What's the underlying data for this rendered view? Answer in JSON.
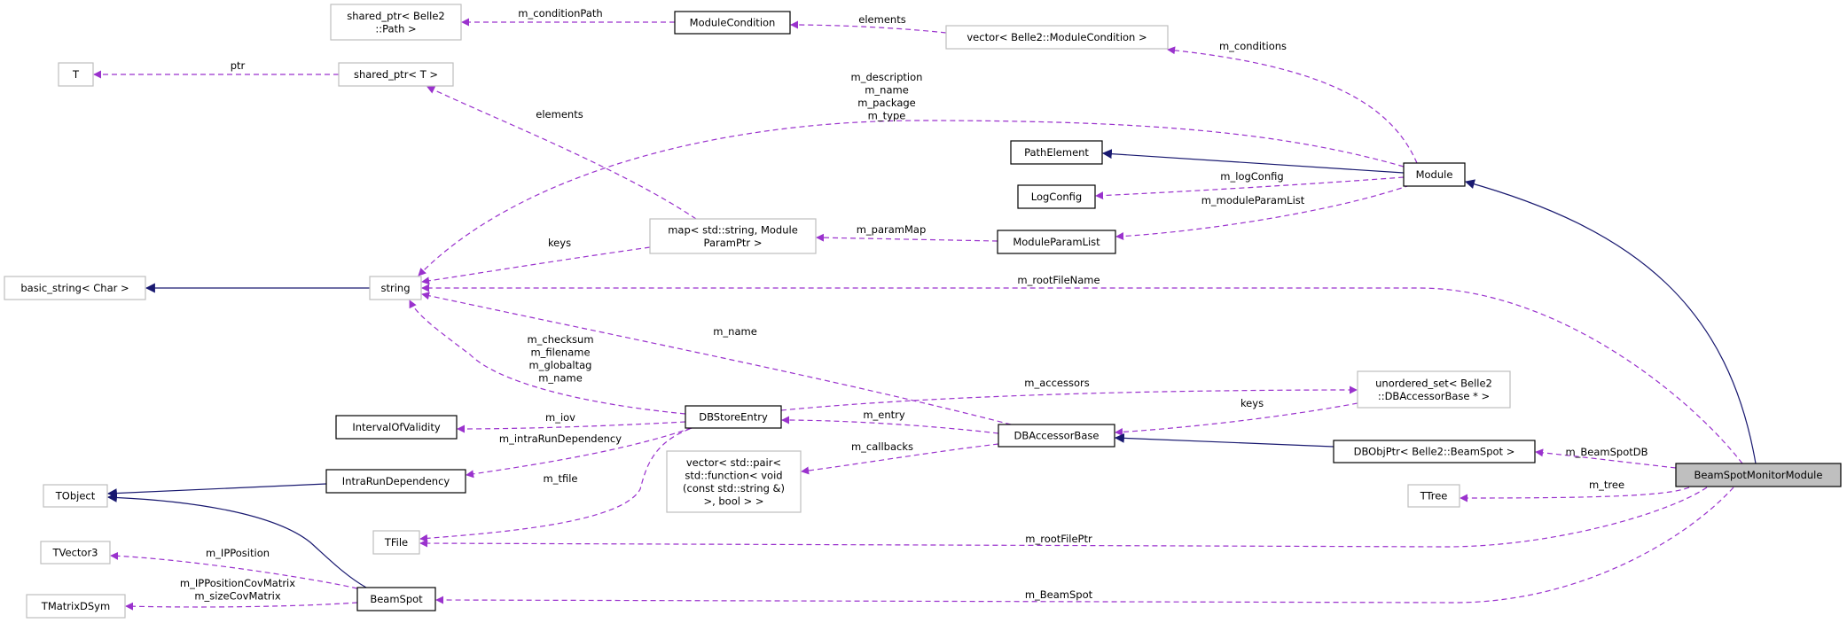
{
  "title": "BeamSpotMonitorModule collaboration diagram",
  "colors": {
    "usage_edge": "#9a32cd",
    "inheritance_edge": "#191970",
    "documented_border": "#000000",
    "external_border": "#bfbfbf",
    "focus_fill": "#bfbfbf"
  },
  "nodes": [
    {
      "id": "shared_ptr_path",
      "kind": "external",
      "label": [
        "shared_ptr< Belle2",
        "::Path >"
      ]
    },
    {
      "id": "module_condition",
      "kind": "documented",
      "label": [
        "ModuleCondition"
      ]
    },
    {
      "id": "vector_module_condition",
      "kind": "external",
      "label": [
        "vector< Belle2::ModuleCondition >"
      ]
    },
    {
      "id": "t",
      "kind": "external",
      "label": [
        "T"
      ]
    },
    {
      "id": "shared_ptr_t",
      "kind": "external",
      "label": [
        "shared_ptr< T >"
      ]
    },
    {
      "id": "path_element",
      "kind": "documented",
      "label": [
        "PathElement"
      ]
    },
    {
      "id": "log_config",
      "kind": "documented",
      "label": [
        "LogConfig"
      ]
    },
    {
      "id": "module",
      "kind": "documented",
      "label": [
        "Module"
      ]
    },
    {
      "id": "map_param",
      "kind": "external",
      "label": [
        "map< std::string, Module",
        "ParamPtr >"
      ]
    },
    {
      "id": "module_param_list",
      "kind": "documented",
      "label": [
        "ModuleParamList"
      ]
    },
    {
      "id": "basic_string",
      "kind": "external",
      "label": [
        "basic_string< Char >"
      ]
    },
    {
      "id": "string",
      "kind": "external",
      "label": [
        "string"
      ]
    },
    {
      "id": "unordered_set",
      "kind": "external",
      "label": [
        "unordered_set< Belle2",
        "::DBAccessorBase * >"
      ]
    },
    {
      "id": "interval_of_validity",
      "kind": "documented",
      "label": [
        "IntervalOfValidity"
      ]
    },
    {
      "id": "db_store_entry",
      "kind": "documented",
      "label": [
        "DBStoreEntry"
      ]
    },
    {
      "id": "db_accessor_base",
      "kind": "documented",
      "label": [
        "DBAccessorBase"
      ]
    },
    {
      "id": "db_obj_ptr",
      "kind": "documented",
      "label": [
        "DBObjPtr< Belle2::BeamSpot >"
      ]
    },
    {
      "id": "vector_pair",
      "kind": "external",
      "label": [
        "vector< std::pair<",
        "std::function< void",
        "(const std::string &)",
        ">, bool > >"
      ]
    },
    {
      "id": "beam_spot_monitor_module",
      "kind": "focus",
      "label": [
        "BeamSpotMonitorModule"
      ]
    },
    {
      "id": "tobject",
      "kind": "external",
      "label": [
        "TObject"
      ]
    },
    {
      "id": "intra_run_dependency",
      "kind": "documented",
      "label": [
        "IntraRunDependency"
      ]
    },
    {
      "id": "ttree",
      "kind": "external",
      "label": [
        "TTree"
      ]
    },
    {
      "id": "tfile",
      "kind": "external",
      "label": [
        "TFile"
      ]
    },
    {
      "id": "tvector3",
      "kind": "external",
      "label": [
        "TVector3"
      ]
    },
    {
      "id": "tmatrixdsym",
      "kind": "external",
      "label": [
        "TMatrixDSym"
      ]
    },
    {
      "id": "beam_spot",
      "kind": "documented",
      "label": [
        "BeamSpot"
      ]
    }
  ],
  "edges": [
    {
      "from": "module_condition",
      "to": "shared_ptr_path",
      "type": "usage",
      "label": [
        "m_conditionPath"
      ]
    },
    {
      "from": "vector_module_condition",
      "to": "module_condition",
      "type": "usage",
      "label": [
        "elements"
      ]
    },
    {
      "from": "module",
      "to": "vector_module_condition",
      "type": "usage",
      "label": [
        "m_conditions"
      ]
    },
    {
      "from": "shared_ptr_t",
      "to": "t",
      "type": "usage",
      "label": [
        "ptr"
      ]
    },
    {
      "from": "map_param",
      "to": "shared_ptr_t",
      "type": "usage",
      "label": [
        "elements"
      ]
    },
    {
      "from": "module",
      "to": "string",
      "type": "usage",
      "label": [
        "m_description",
        "m_name",
        "m_package",
        "m_type"
      ]
    },
    {
      "from": "module",
      "to": "path_element",
      "type": "inheritance",
      "label": []
    },
    {
      "from": "module",
      "to": "log_config",
      "type": "usage",
      "label": [
        "m_logConfig"
      ]
    },
    {
      "from": "module",
      "to": "module_param_list",
      "type": "usage",
      "label": [
        "m_moduleParamList"
      ]
    },
    {
      "from": "module_param_list",
      "to": "map_param",
      "type": "usage",
      "label": [
        "m_paramMap"
      ]
    },
    {
      "from": "map_param",
      "to": "string",
      "type": "usage",
      "label": [
        "keys"
      ]
    },
    {
      "from": "string",
      "to": "basic_string",
      "type": "inheritance",
      "label": []
    },
    {
      "from": "beam_spot_monitor_module",
      "to": "string",
      "type": "usage",
      "label": [
        "m_rootFileName"
      ]
    },
    {
      "from": "beam_spot_monitor_module",
      "to": "module",
      "type": "inheritance",
      "label": []
    },
    {
      "from": "db_store_entry",
      "to": "string",
      "type": "usage",
      "label": [
        "m_checksum",
        "m_filename",
        "m_globaltag",
        "m_name"
      ]
    },
    {
      "from": "db_accessor_base",
      "to": "string",
      "type": "usage",
      "label": [
        "m_name"
      ]
    },
    {
      "from": "db_store_entry",
      "to": "unordered_set",
      "type": "usage",
      "label": [
        "m_accessors"
      ]
    },
    {
      "from": "unordered_set",
      "to": "db_accessor_base",
      "type": "usage",
      "label": [
        "keys"
      ]
    },
    {
      "from": "db_accessor_base",
      "to": "db_store_entry",
      "type": "usage",
      "label": [
        "m_entry"
      ]
    },
    {
      "from": "db_obj_ptr",
      "to": "db_accessor_base",
      "type": "inheritance",
      "label": []
    },
    {
      "from": "db_accessor_base",
      "to": "vector_pair",
      "type": "usage",
      "label": [
        "m_callbacks"
      ]
    },
    {
      "from": "db_store_entry",
      "to": "interval_of_validity",
      "type": "usage",
      "label": [
        "m_iov"
      ]
    },
    {
      "from": "db_store_entry",
      "to": "intra_run_dependency",
      "type": "usage",
      "label": [
        "m_intraRunDependency"
      ]
    },
    {
      "from": "db_store_entry",
      "to": "tfile",
      "type": "usage",
      "label": [
        "m_tfile"
      ]
    },
    {
      "from": "intra_run_dependency",
      "to": "tobject",
      "type": "inheritance",
      "label": []
    },
    {
      "from": "beam_spot",
      "to": "tobject",
      "type": "inheritance",
      "label": []
    },
    {
      "from": "beam_spot",
      "to": "tvector3",
      "type": "usage",
      "label": [
        "m_IPPosition"
      ]
    },
    {
      "from": "beam_spot",
      "to": "tmatrixdsym",
      "type": "usage",
      "label": [
        "m_IPPositionCovMatrix",
        "m_sizeCovMatrix"
      ]
    },
    {
      "from": "beam_spot_monitor_module",
      "to": "db_obj_ptr",
      "type": "usage",
      "label": [
        "m_BeamSpotDB"
      ]
    },
    {
      "from": "beam_spot_monitor_module",
      "to": "ttree",
      "type": "usage",
      "label": [
        "m_tree"
      ]
    },
    {
      "from": "beam_spot_monitor_module",
      "to": "tfile",
      "type": "usage",
      "label": [
        "m_rootFilePtr"
      ]
    },
    {
      "from": "beam_spot_monitor_module",
      "to": "beam_spot",
      "type": "usage",
      "label": [
        "m_BeamSpot"
      ]
    }
  ]
}
